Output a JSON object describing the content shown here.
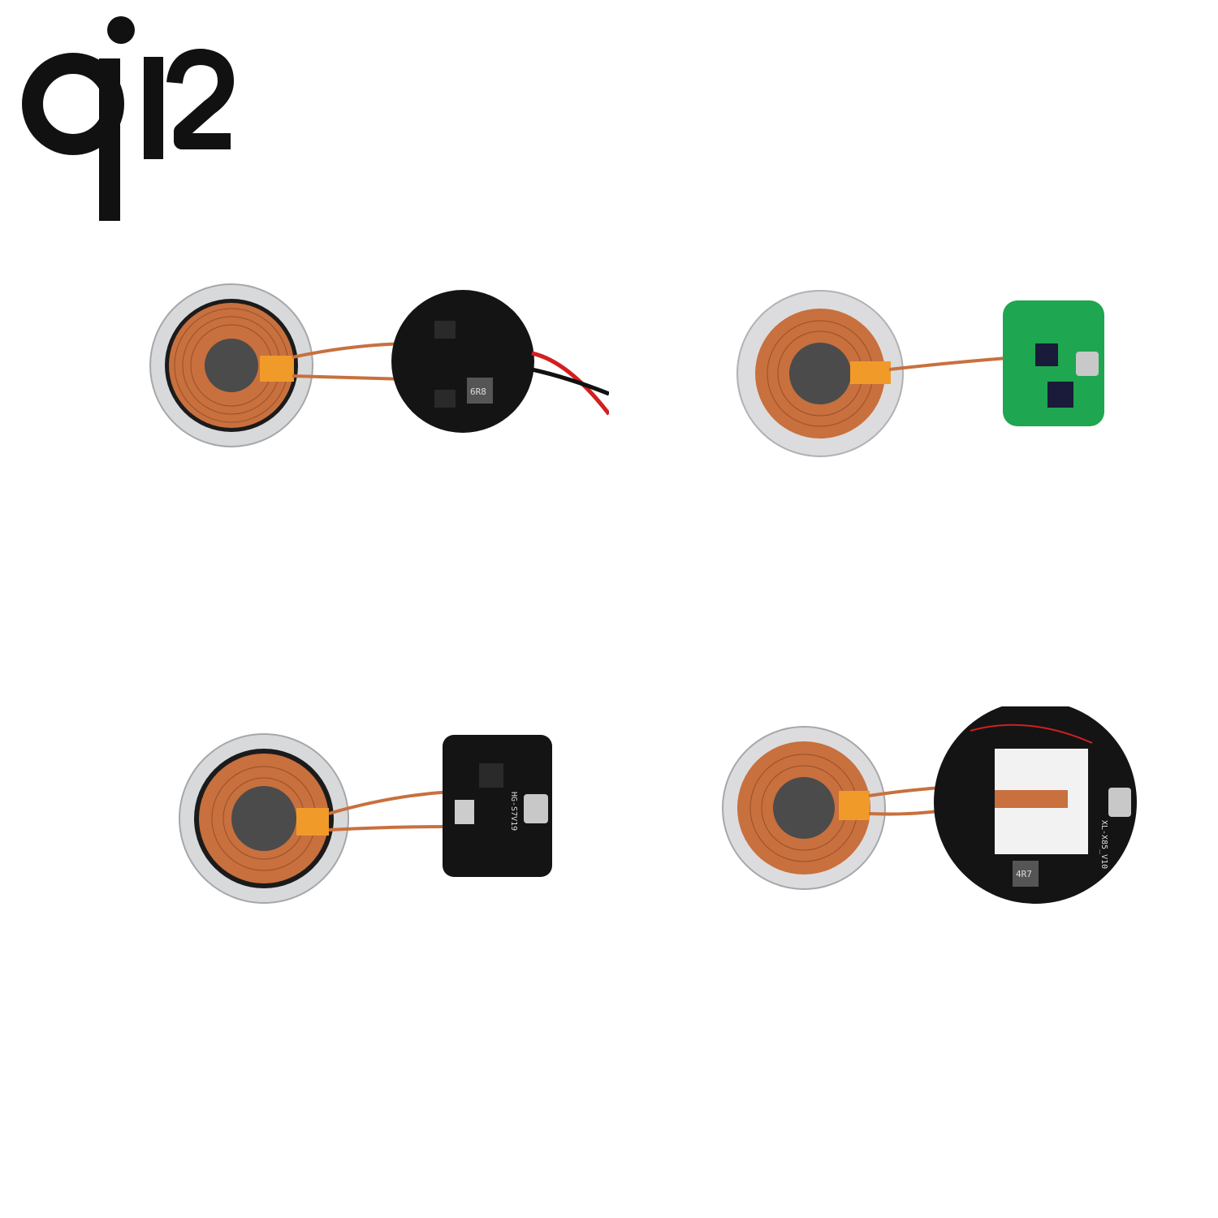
{
  "logo": {
    "text_main": "qi",
    "text_version": "2"
  },
  "colors": {
    "copper": "#c8703e",
    "copper_dark": "#9a4f27",
    "ferrite": "#4b4b4b",
    "magnet_ring": "#d9dadc",
    "pcb_black": "#141414",
    "pcb_green": "#1fa650",
    "kapton": "#f09a2a",
    "wire_red": "#d21f1f"
  },
  "modules": [
    {
      "pcb_shape": "round",
      "pcb_color": "black",
      "connector": "wire-leads",
      "inductor_marking": "6R8"
    },
    {
      "pcb_shape": "square",
      "pcb_color": "green",
      "connector": "usb-c"
    },
    {
      "pcb_shape": "square",
      "pcb_color": "black",
      "connector": "usb-c",
      "board_marking": "HG-S7V19"
    },
    {
      "pcb_shape": "round",
      "pcb_color": "black",
      "connector": "usb-c",
      "board_marking": "XL-X85_V10",
      "inductor_marking": "4R7"
    }
  ]
}
